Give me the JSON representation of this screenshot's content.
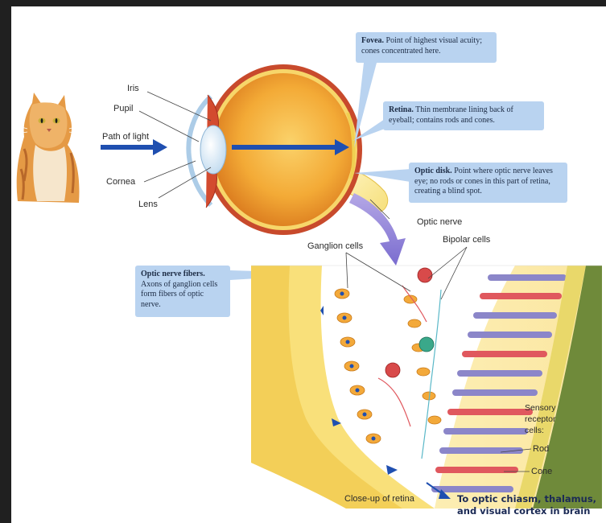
{
  "callouts": {
    "fovea": {
      "title": "Fovea.",
      "text": "Point of highest visual acuity; cones concentrated here."
    },
    "retina": {
      "title": "Retina.",
      "text": "Thin membrane lining back of eyeball; contains rods and cones."
    },
    "optic_disk": {
      "title": "Optic disk.",
      "text": "Point where optic nerve leaves eye; no rods or cones in this part of retina, creating a blind spot."
    },
    "optic_nerve_fibers": {
      "title": "Optic nerve fibers.",
      "text": "Axons of ganglion cells form fibers of optic nerve."
    }
  },
  "labels": {
    "iris": "Iris",
    "pupil": "Pupil",
    "path_of_light": "Path of light",
    "cornea": "Cornea",
    "lens": "Lens",
    "optic_nerve": "Optic nerve",
    "ganglion_cells": "Ganglion cells",
    "bipolar_cells": "Bipolar cells",
    "sensory_receptor_cells": "Sensory receptor cells:",
    "rod": "Rod",
    "cone": "Cone",
    "closeup": "Close-up of retina",
    "destination": "To optic chiasm, thalamus, and visual cortex in brain"
  },
  "colors": {
    "callout_bg": "#b9d3f0",
    "eye_orange": "#f0a830",
    "light_arrow": "#1f4fb0",
    "retina_yellow": "#f7e27a",
    "rod_color": "#8b86c9",
    "cone_color": "#e0585e"
  }
}
